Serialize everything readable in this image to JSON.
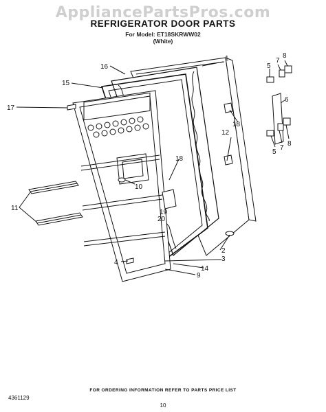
{
  "watermark": "AppliancePartsPros.com",
  "header": {
    "title": "REFRIGERATOR DOOR PARTS",
    "model_line": "For Model: ET18SKRWW02",
    "color_line": "(White)"
  },
  "callouts": [
    "1",
    "2",
    "3",
    "4",
    "5",
    "6",
    "7",
    "8",
    "9",
    "10",
    "11",
    "12",
    "14",
    "15",
    "16",
    "17",
    "18",
    "19",
    "20"
  ],
  "footer": {
    "note": "FOR ORDERING INFORMATION REFER TO PARTS PRICE LIST",
    "doc_number": "4361129",
    "page_number": "10"
  }
}
